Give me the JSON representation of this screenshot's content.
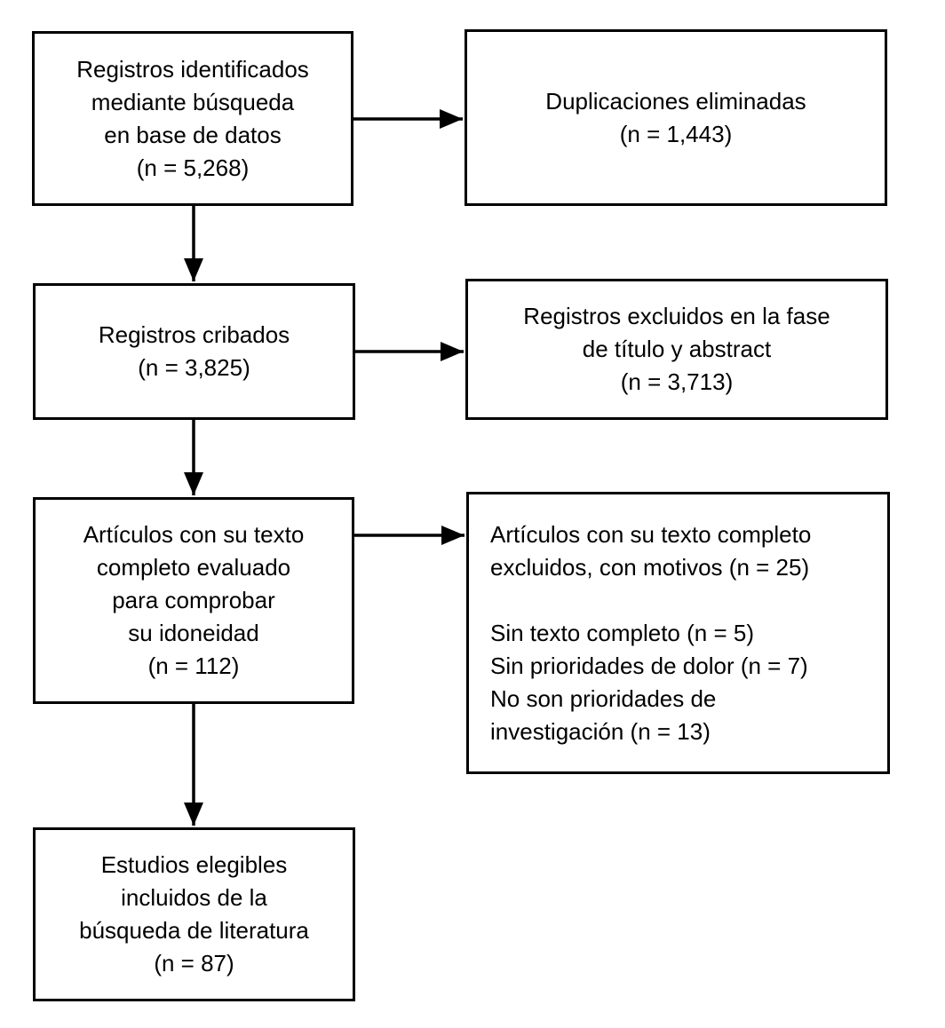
{
  "page": {
    "background_color": "#ffffff",
    "text_color": "#000000",
    "border_color": "#000000"
  },
  "diagram": {
    "type": "flowchart",
    "boxes": [
      {
        "id": "identified",
        "text": "Registros identificados\nmediante búsqueda\nen base de datos\n(n = 5,268)"
      },
      {
        "id": "duplicates-removed",
        "text": "Duplicaciones eliminadas\n(n = 1,443)"
      },
      {
        "id": "screened",
        "text": "Registros cribados\n(n = 3,825)"
      },
      {
        "id": "excluded-title-abstract",
        "text": "Registros excluidos en la fase\nde título y abstract\n(n = 3,713)"
      },
      {
        "id": "fulltext-assessed",
        "text": "Artículos con su texto\ncompleto evaluado\npara comprobar\nsu idoneidad\n(n = 112)"
      },
      {
        "id": "fulltext-excluded",
        "text": "Artículos con su texto completo\nexcluidos, con motivos (n = 25)\n\nSin texto completo (n = 5)\nSin prioridades de dolor (n = 7)\nNo son prioridades de\ninvestigación (n = 13)"
      },
      {
        "id": "included",
        "text": "Estudios elegibles\nincluidos de la\nbúsqueda de literatura\n(n = 87)"
      }
    ],
    "arrows": [
      {
        "from": "identified",
        "to": "duplicates-removed",
        "direction": "right"
      },
      {
        "from": "identified",
        "to": "screened",
        "direction": "down"
      },
      {
        "from": "screened",
        "to": "excluded-title-abstract",
        "direction": "right"
      },
      {
        "from": "screened",
        "to": "fulltext-assessed",
        "direction": "down"
      },
      {
        "from": "fulltext-assessed",
        "to": "fulltext-excluded",
        "direction": "right"
      },
      {
        "from": "fulltext-assessed",
        "to": "included",
        "direction": "down"
      }
    ]
  }
}
